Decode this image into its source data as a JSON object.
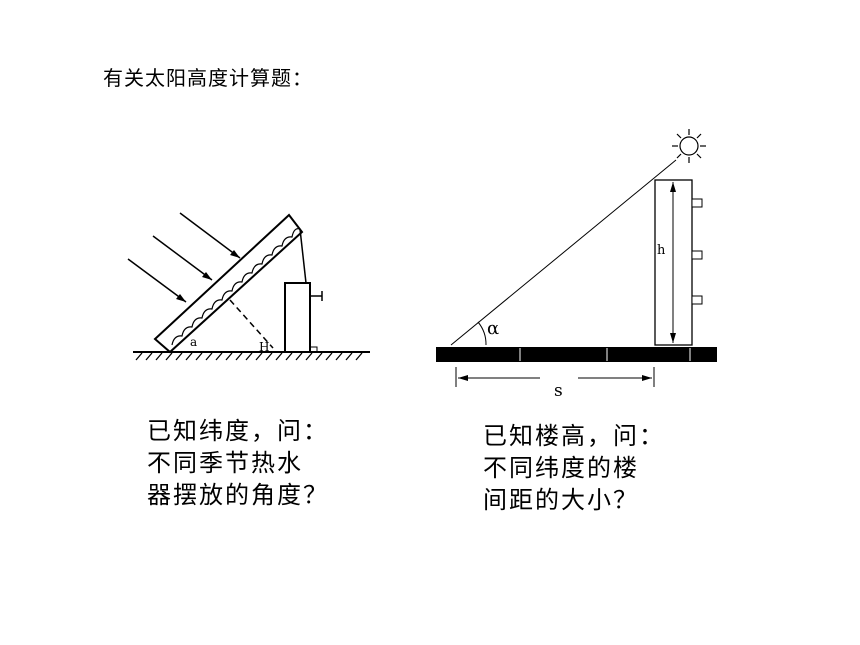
{
  "title": "有关太阳高度计算题：",
  "left_figure": {
    "labels": {
      "angle": "a",
      "height": "H"
    },
    "caption": [
      "已知纬度，问：",
      "不同季节热水",
      "器摆放的角度？"
    ]
  },
  "right_figure": {
    "labels": {
      "angle": "α",
      "height": "h",
      "distance": "s"
    },
    "caption": [
      "已知楼高，问：",
      "不同纬度的楼",
      "间距的大小？"
    ]
  }
}
